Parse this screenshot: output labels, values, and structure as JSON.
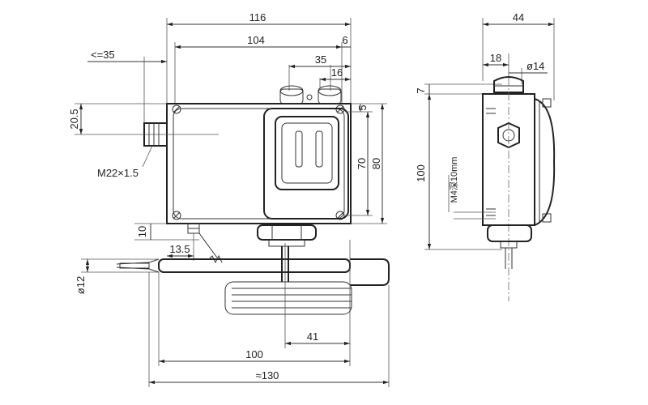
{
  "drawing": {
    "front_view": {
      "dims": {
        "overall_width": "116",
        "inner_width": "104",
        "offset_right": "6",
        "knob_span": "35",
        "knob_small": "16",
        "top_5": "5",
        "height_70": "70",
        "height_80": "80",
        "cable_projection": "<=35",
        "cable_height": "20.5",
        "thread": "M22×1.5",
        "bottom_10": "10",
        "screw_13_5": "13.5",
        "bulb_dia": "ø12",
        "span_41": "41",
        "span_100": "100",
        "overall_130": "≈130"
      }
    },
    "side_view": {
      "dims": {
        "width_44": "44",
        "knob_18": "18",
        "knob_dia": "ø14",
        "top_7": "7",
        "height_100": "100",
        "mount_thread": "M4深10mm"
      }
    }
  }
}
